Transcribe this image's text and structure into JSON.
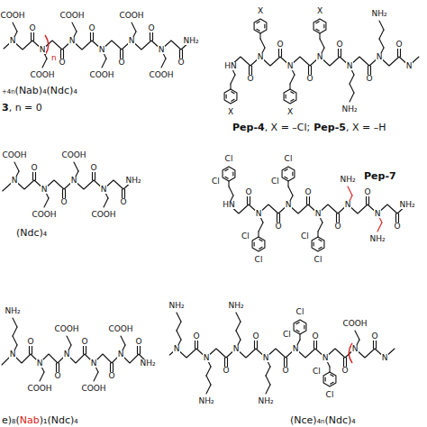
{
  "diagram": {
    "labels": [
      "N",
      "O",
      "COOH",
      "N",
      "O",
      "COOH",
      "N",
      "O",
      "COOH",
      "N",
      "O",
      "COOH",
      "N",
      "O",
      "COOH",
      "N",
      "O",
      "COOH",
      "NH₂",
      "HN",
      "O",
      "X",
      "N",
      "O",
      "X",
      "N",
      "O",
      "X",
      "N",
      "O",
      "X",
      "N",
      "O",
      "NH₂",
      "N",
      "O",
      "NH₂",
      "N",
      "N",
      "O",
      "COOH",
      "N",
      "O",
      "COOH",
      "N",
      "O",
      "COOH",
      "N",
      "O",
      "COOH",
      "NH₂",
      "HN",
      "O",
      "Cl",
      "Cl",
      "N",
      "O",
      "Cl",
      "Cl",
      "N",
      "O",
      "Cl",
      "Cl",
      "N",
      "O",
      "Cl",
      "Cl",
      "N",
      "O",
      "NH₂",
      "N",
      "O",
      "NH₂",
      "NH₂",
      "N",
      "O",
      "NH₂",
      "N",
      "O",
      "COOH",
      "N",
      "O",
      "COOH",
      "N",
      "O",
      "COOH",
      "N",
      "O",
      "COOH",
      "NH₂",
      "N",
      "O",
      "NH₂",
      "N",
      "O",
      "NH₂",
      "N",
      "O",
      "NH₂",
      "N",
      "O",
      "NH₂",
      "N",
      "O",
      "Cl",
      "Cl",
      "N",
      "O",
      "Cl",
      "Cl",
      "N",
      "O",
      "COOH",
      "N",
      "₊₄ₙ(Nab)₄(Ndc)₄",
      "3",
      ", n = 0",
      "n",
      "Pep-4",
      ", X = –Cl;",
      "Pep-5",
      ", X = –H",
      "(Ndc)₄",
      "Pep-7",
      "e)₈(",
      "Nab",
      ")₁(Ndc)₄",
      "(Nce)₄ₙ(Ndc)₄"
    ]
  }
}
